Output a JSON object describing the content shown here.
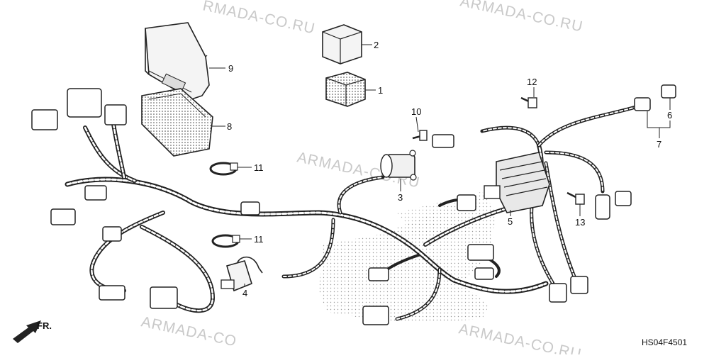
{
  "diagram": {
    "watermark_text": "ARMADA-CO.RU",
    "watermark_partial_top": "RMADA-CO.RU",
    "watermark_partial_bottom": "ARMADA-CO",
    "figure_code": "HS04F4501",
    "front_label": "FR.",
    "callouts": {
      "c1": "1",
      "c2": "2",
      "c3": "3",
      "c4": "4",
      "c5": "5",
      "c6": "6",
      "c7": "7",
      "c8": "8",
      "c9": "9",
      "c10": "10",
      "c11a": "11",
      "c11b": "11",
      "c12": "12",
      "c13": "13"
    }
  }
}
